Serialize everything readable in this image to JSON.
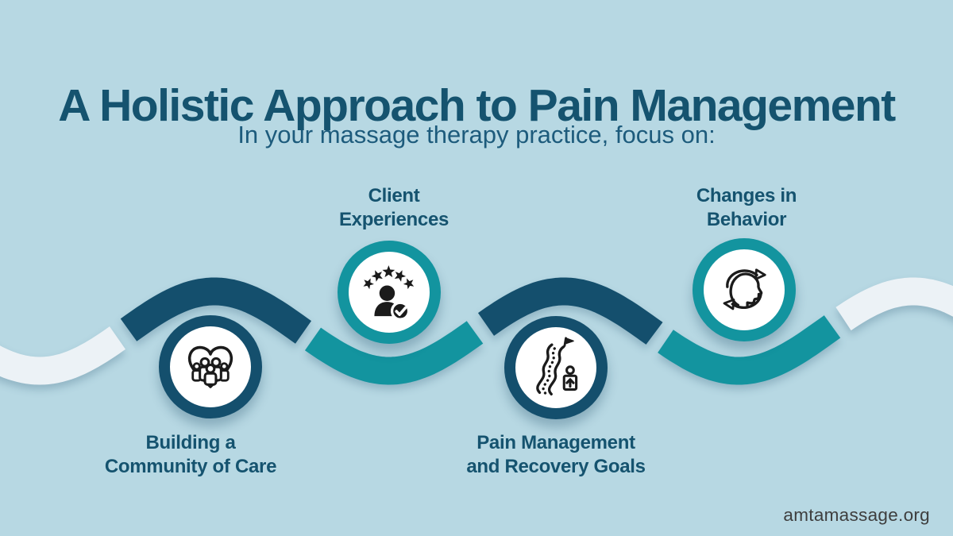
{
  "title": "A Holistic Approach to Pain Management",
  "subtitle": "In your massage therapy practice, focus on:",
  "footer": {
    "website": "amtamassage.org"
  },
  "palette": {
    "background": "#b7d8e3",
    "navy": "#144f6d",
    "teal": "#13949f",
    "light_wave": "#ecf2f6",
    "text_navy": "#15536f",
    "subtitle_navy": "#1d5b7c",
    "icon_ink": "#1b1b1b",
    "footer_text": "#3e3e3e"
  },
  "steps": [
    {
      "label": "Building a Community of Care",
      "label_lines": [
        "Building a",
        "Community of Care"
      ],
      "icon": "family-heart-icon",
      "ring_color": "navy"
    },
    {
      "label": "Client Experiences",
      "label_lines": [
        "Client",
        "Experiences"
      ],
      "icon": "client-stars-icon",
      "ring_color": "teal"
    },
    {
      "label": "Pain Management and Recovery Goals",
      "label_lines": [
        "Pain Management",
        "and Recovery Goals"
      ],
      "icon": "recovery-path-icon",
      "ring_color": "navy"
    },
    {
      "label": "Changes in Behavior",
      "label_lines": [
        "Changes in",
        "Behavior"
      ],
      "icon": "behavior-cycle-icon",
      "ring_color": "teal"
    }
  ]
}
